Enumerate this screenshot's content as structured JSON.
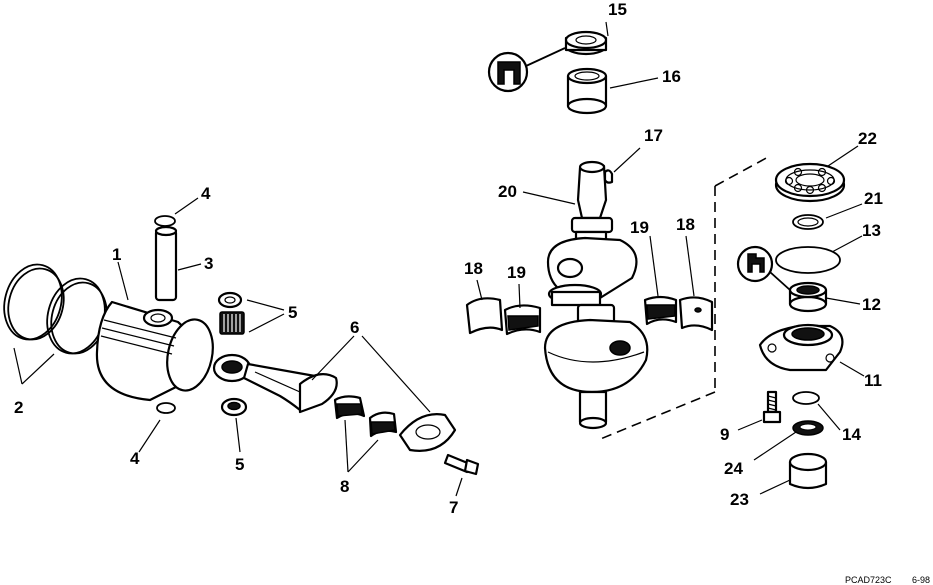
{
  "figure_code": "PCAD723C",
  "figure_date": "6-98",
  "callouts": {
    "c1": "1",
    "c2": "2",
    "c3": "3",
    "c4a": "4",
    "c4b": "4",
    "c5a": "5",
    "c5b": "5",
    "c6": "6",
    "c7": "7",
    "c8": "8",
    "c9": "9",
    "c11": "11",
    "c12": "12",
    "c13": "13",
    "c14": "14",
    "c15": "15",
    "c16": "16",
    "c17": "17",
    "c18a": "18",
    "c18b": "18",
    "c19a": "19",
    "c19b": "19",
    "c20": "20",
    "c21": "21",
    "c22": "22",
    "c23": "23",
    "c24": "24"
  }
}
